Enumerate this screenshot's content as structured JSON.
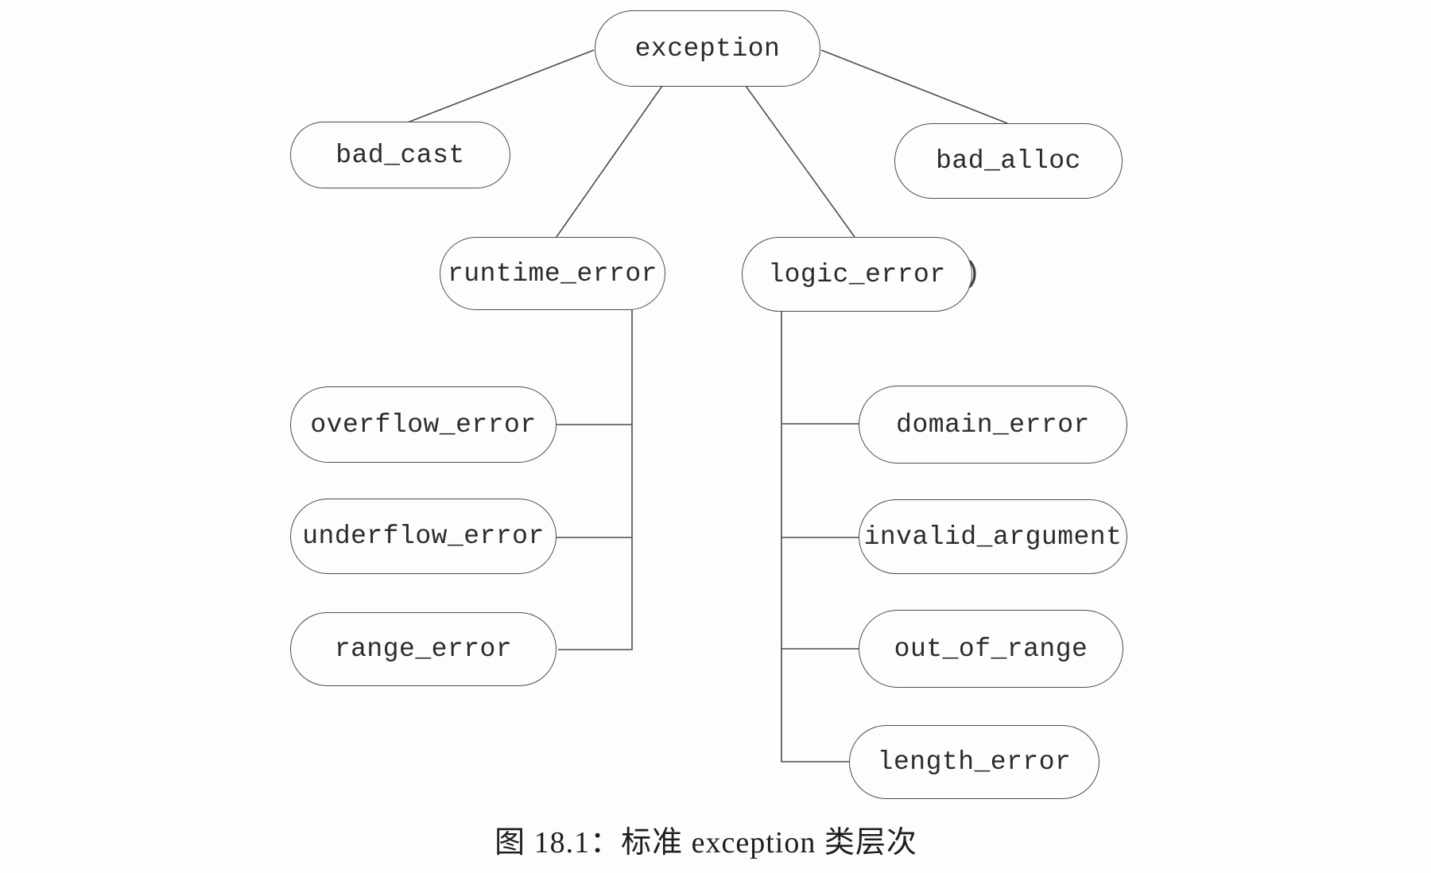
{
  "figure": {
    "caption": "图 18.1：标准 exception 类层次",
    "stray_paren": ")"
  },
  "colors": {
    "background": "#fdfdfd",
    "line": "#4c4c4c",
    "text": "#2b2b2b"
  },
  "nodes": {
    "exception": {
      "label": "exception"
    },
    "bad_cast": {
      "label": "bad_cast"
    },
    "bad_alloc": {
      "label": "bad_alloc"
    },
    "runtime_error": {
      "label": "runtime_error"
    },
    "logic_error": {
      "label": "logic_error"
    },
    "overflow_error": {
      "label": "overflow_error"
    },
    "underflow_error": {
      "label": "underflow_error"
    },
    "range_error": {
      "label": "range_error"
    },
    "domain_error": {
      "label": "domain_error"
    },
    "invalid_argument": {
      "label": "invalid_argument"
    },
    "out_of_range": {
      "label": "out_of_range"
    },
    "length_error": {
      "label": "length_error"
    }
  },
  "hierarchy": {
    "root": "exception",
    "children_of_exception": [
      "bad_cast",
      "runtime_error",
      "logic_error",
      "bad_alloc"
    ],
    "children_of_runtime_error": [
      "overflow_error",
      "underflow_error",
      "range_error"
    ],
    "children_of_logic_error": [
      "domain_error",
      "invalid_argument",
      "out_of_range",
      "length_error"
    ]
  }
}
